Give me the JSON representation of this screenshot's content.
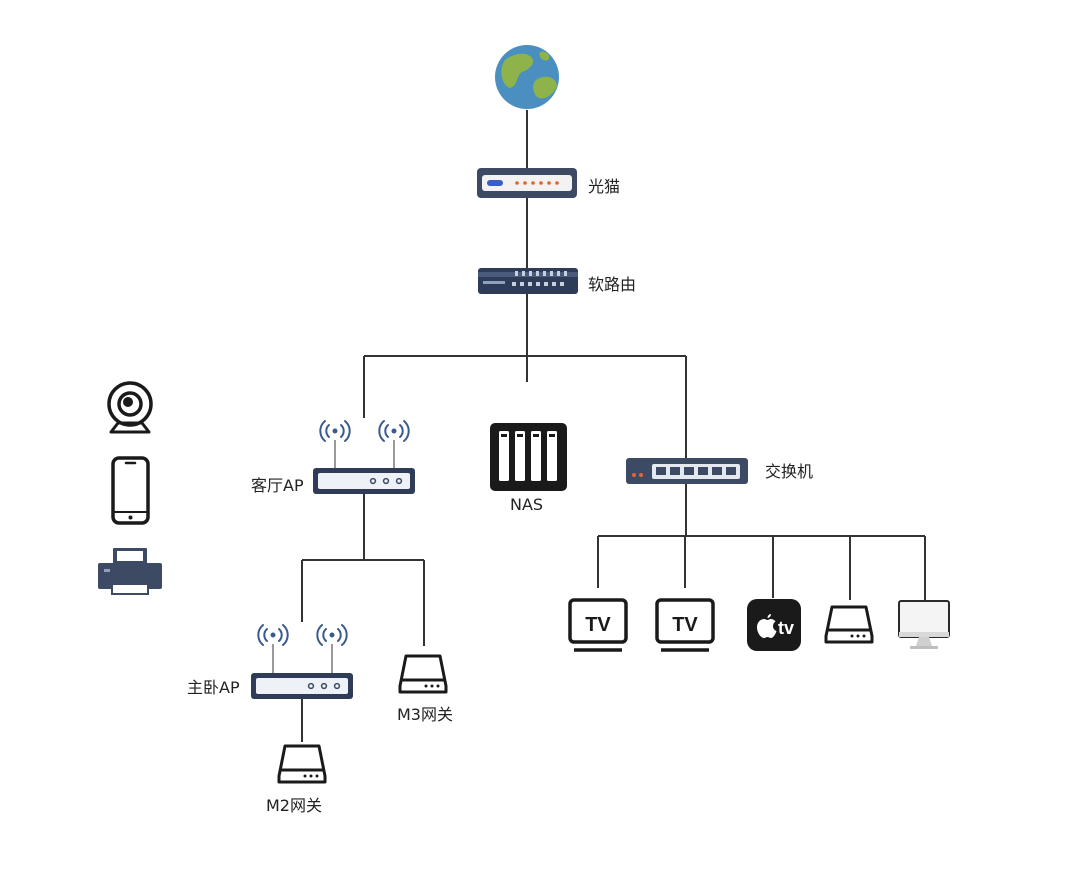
{
  "nodes": {
    "modem": {
      "label": "光猫",
      "icon": "optical-modem-icon"
    },
    "router": {
      "label": "软路由",
      "icon": "soft-router-icon"
    },
    "living_ap": {
      "label": "客厅AP",
      "icon": "wireless-ap-icon"
    },
    "nas": {
      "label": "NAS",
      "icon": "nas-icon"
    },
    "switch": {
      "label": "交换机",
      "icon": "network-switch-icon"
    },
    "bedroom_ap": {
      "label": "主卧AP",
      "icon": "wireless-ap-icon"
    },
    "m3_gateway": {
      "label": "M3网关",
      "icon": "gateway-icon"
    },
    "m2_gateway": {
      "label": "M2网关",
      "icon": "gateway-icon"
    }
  },
  "switch_devices": [
    {
      "icon": "tv-icon",
      "text": "TV"
    },
    {
      "icon": "tv-icon",
      "text": "TV"
    },
    {
      "icon": "apple-tv-icon",
      "text": "tv"
    },
    {
      "icon": "gateway-icon"
    },
    {
      "icon": "monitor-icon"
    }
  ],
  "wireless_clients": [
    {
      "icon": "webcam-icon"
    },
    {
      "icon": "smartphone-icon"
    },
    {
      "icon": "printer-icon"
    }
  ],
  "internet": {
    "icon": "globe-icon"
  },
  "colors": {
    "line": "#333333",
    "device_dark": "#1a1a1a",
    "device_navy": "#3d4a63",
    "ap_body": "#eef1f6",
    "led_orange": "#e8622c",
    "led_blue": "#3a5ec8",
    "wifi_blue": "#3a5a8c",
    "globe_ocean": "#4a8fc0",
    "globe_land": "#8db34a"
  }
}
